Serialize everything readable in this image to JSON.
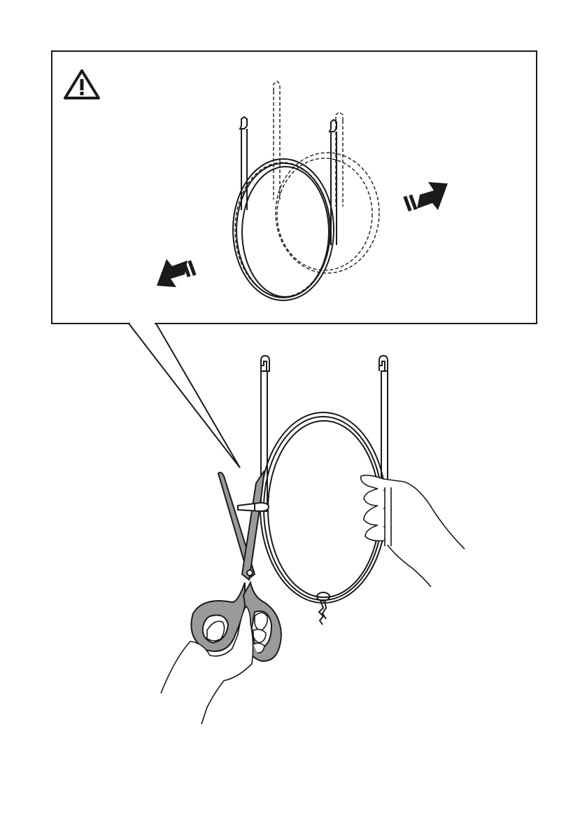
{
  "page": {
    "background": "#ffffff",
    "line_color": "#1a1a1a",
    "scissors_color": "#9a9a9a"
  },
  "callout": {
    "warning_icon": "warning-triangle-icon",
    "arrows": [
      "arrow-down-left-icon",
      "arrow-up-right-icon"
    ]
  },
  "main_illustration": {
    "parts": [
      "wire-hanger",
      "coiled-wire",
      "cable-tie",
      "scissors",
      "hands"
    ]
  }
}
